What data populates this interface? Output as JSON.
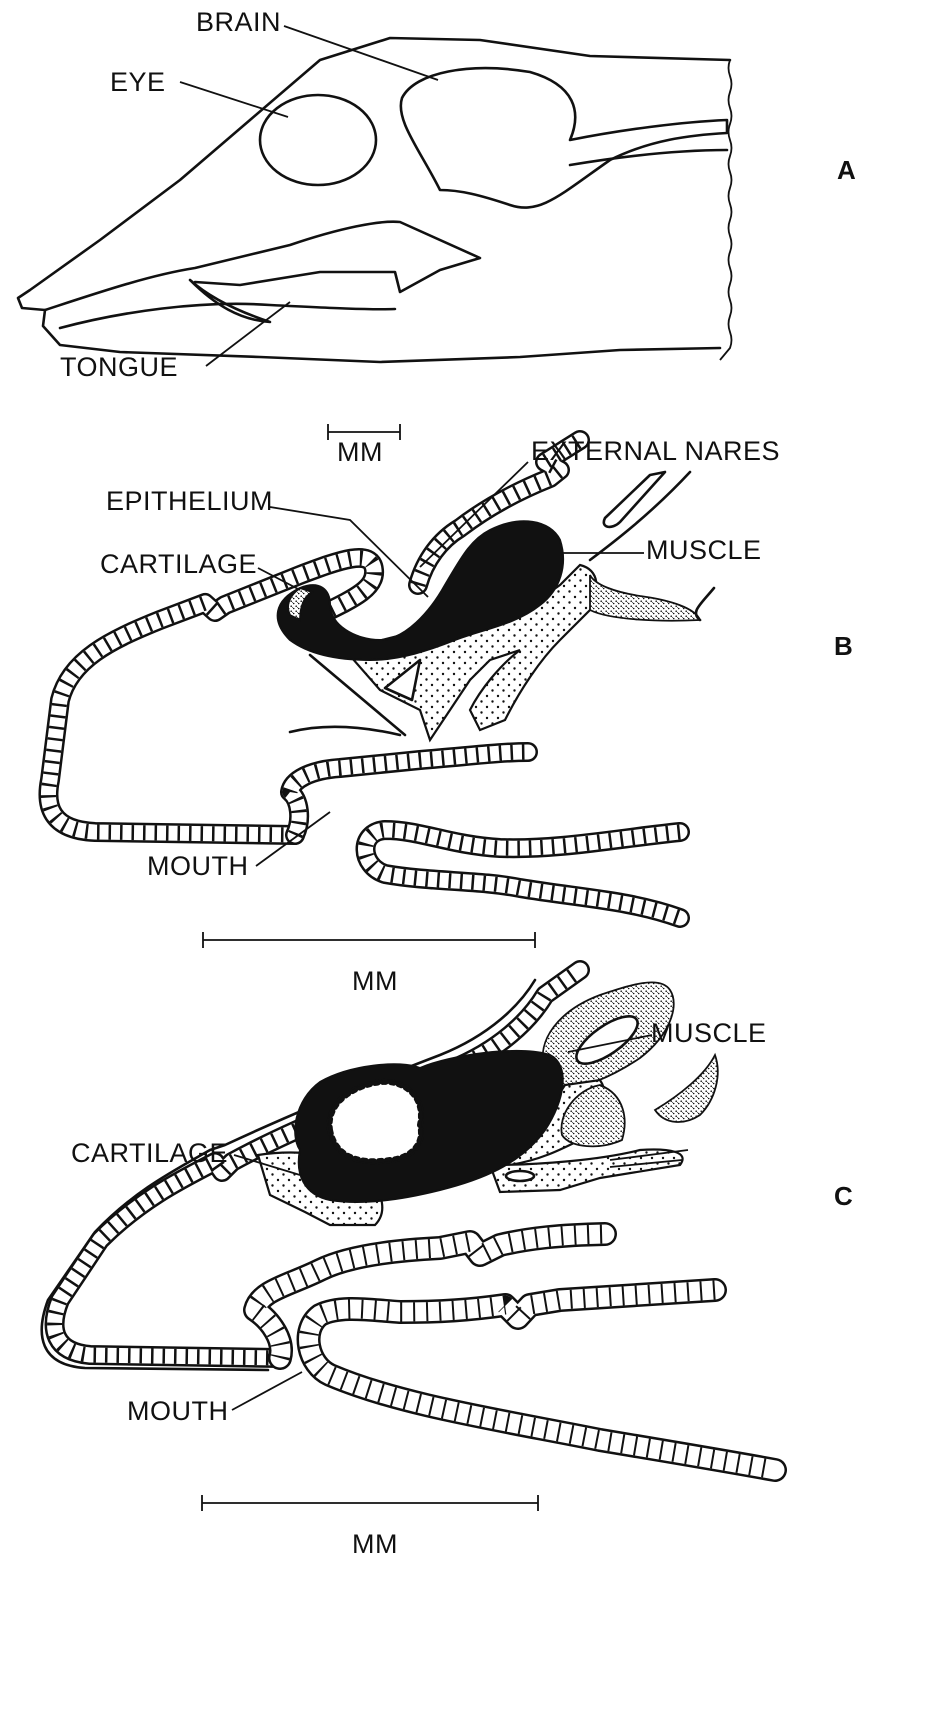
{
  "panel_a": {
    "letter": "A",
    "labels": {
      "brain": "BRAIN",
      "eye": "EYE",
      "tongue": "TONGUE"
    }
  },
  "panel_b": {
    "letter": "B",
    "scale_upper": "MM",
    "labels": {
      "external_nares": "EXTERNAL NARES",
      "epithelium": "EPITHELIUM",
      "muscle": "MUSCLE",
      "cartilage": "CARTILAGE",
      "mouth": "MOUTH"
    },
    "scale_lower": "MM"
  },
  "panel_c": {
    "letter": "C",
    "labels": {
      "muscle": "MUSCLE",
      "cartilage": "CARTILAGE",
      "mouth": "MOUTH"
    },
    "scale": "MM"
  }
}
